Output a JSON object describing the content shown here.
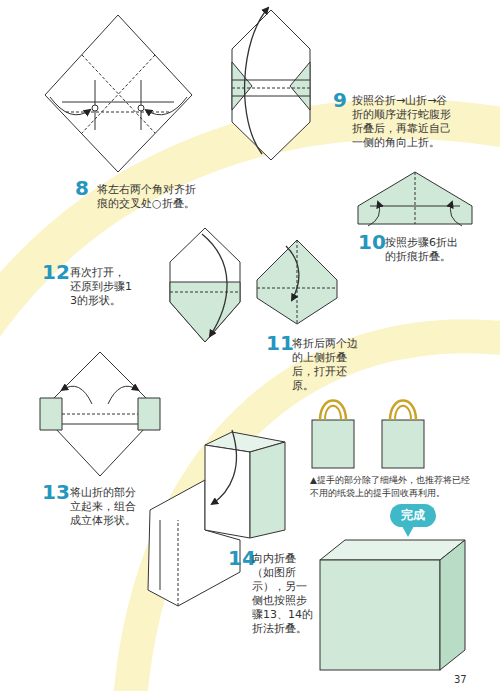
{
  "diagram": {
    "nodes": [
      {
        "text": [
          "完成"
        ]
      }
    ],
    "labels": [
      "8",
      "将左右两个角对齐折痕的交叉处○折叠。",
      "9",
      "按照谷折→山折→谷折的顺序进行蛇腹形折叠后，再靠近自己一侧的角向上折。",
      "10",
      "按照步骤6折出的折痕折叠。",
      "12",
      "再次打开，还原到步骤13的形状。",
      "11",
      "将折后两个边的上侧折叠后，打开还原。",
      "13",
      "将山折的部分立起来，组合成立体形状。",
      "▲提手的部分除了细绳外，也推荐将已经不用的纸袋上的提手回收再利用。",
      "14",
      "向内折叠（如图所示），另一侧也按照步骤13、14的折法折叠。",
      "37"
    ]
  }
}
